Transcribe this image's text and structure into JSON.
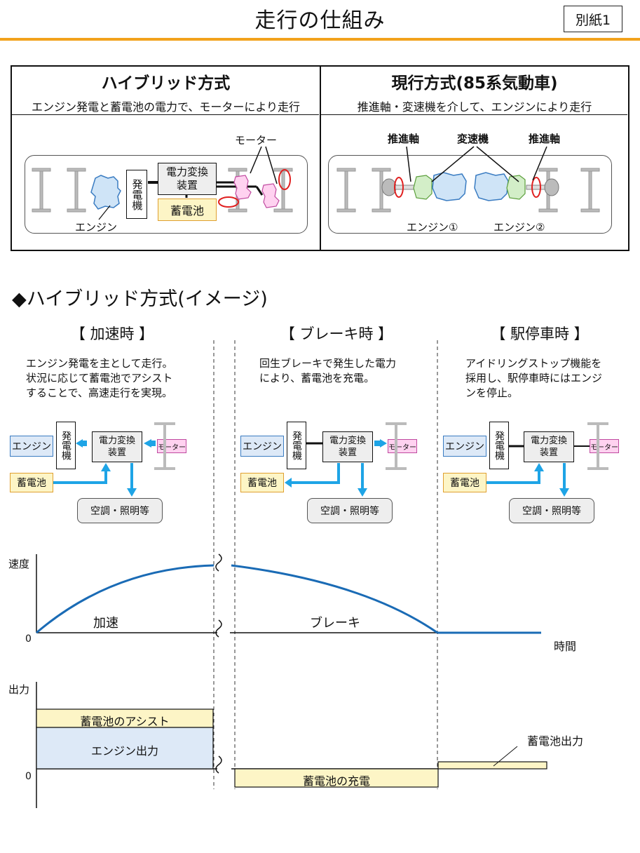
{
  "header": {
    "title": "走行の仕組み",
    "annex": "別紙1"
  },
  "compare": {
    "hybrid": {
      "title": "ハイブリッド方式",
      "subtitle": "エンジン発電と蓄電池の電力で、モーターにより走行",
      "labels": {
        "generator": "発電機",
        "converter_line1": "電力変換",
        "converter_line2": "装置",
        "battery": "蓄電池",
        "motor": "モーター",
        "engine": "エンジン"
      }
    },
    "current": {
      "title": "現行方式(85系気動車)",
      "subtitle": "推進軸・変速機を介して、エンジンにより走行",
      "labels": {
        "shaft_left": "推進軸",
        "transmission": "変速機",
        "shaft_right": "推進軸",
        "engine1": "エンジン①",
        "engine2": "エンジン②"
      }
    }
  },
  "image_section": {
    "heading": "◆ハイブリッド方式(イメージ)",
    "phases": [
      {
        "title": "【 加速時 】",
        "desc": [
          "エンジン発電を主として走行。",
          "状況に応じて蓄電池でアシスト",
          "することで、高速走行を実現。"
        ]
      },
      {
        "title": "【 ブレーキ時 】",
        "desc": [
          "回生ブレーキで発生した電力",
          "により、蓄電池を充電。"
        ]
      },
      {
        "title": "【 駅停車時 】",
        "desc": [
          "アイドリングストップ機能を",
          "採用し、駅停車時にはエンジ",
          "ンを停止。"
        ]
      }
    ],
    "flow_labels": {
      "engine": "エンジン",
      "generator": "発電機",
      "converter_line1": "電力変換",
      "converter_line2": "装置",
      "motor": "モーター",
      "battery": "蓄電池",
      "aux": "空調・照明等"
    }
  },
  "speed_chart": {
    "ylabel": "速度",
    "xlabel": "時間",
    "origin": "0",
    "accel_label": "加速",
    "brake_label": "ブレーキ"
  },
  "output_chart": {
    "ylabel": "出力",
    "origin": "0",
    "battery_assist": "蓄電池のアシスト",
    "engine_output": "エンジン出力",
    "battery_charge": "蓄電池の充電",
    "battery_output": "蓄電池出力"
  },
  "colors": {
    "accent": "#f2a21c",
    "flow_arrow": "#1ea4e6",
    "speed_line": "#1a6bb5",
    "battery_fill": "#fdf5c6",
    "engine_fill": "#dde9f7",
    "motor_fill": "#ffd2f0",
    "converter_fill": "#eeeeee"
  }
}
